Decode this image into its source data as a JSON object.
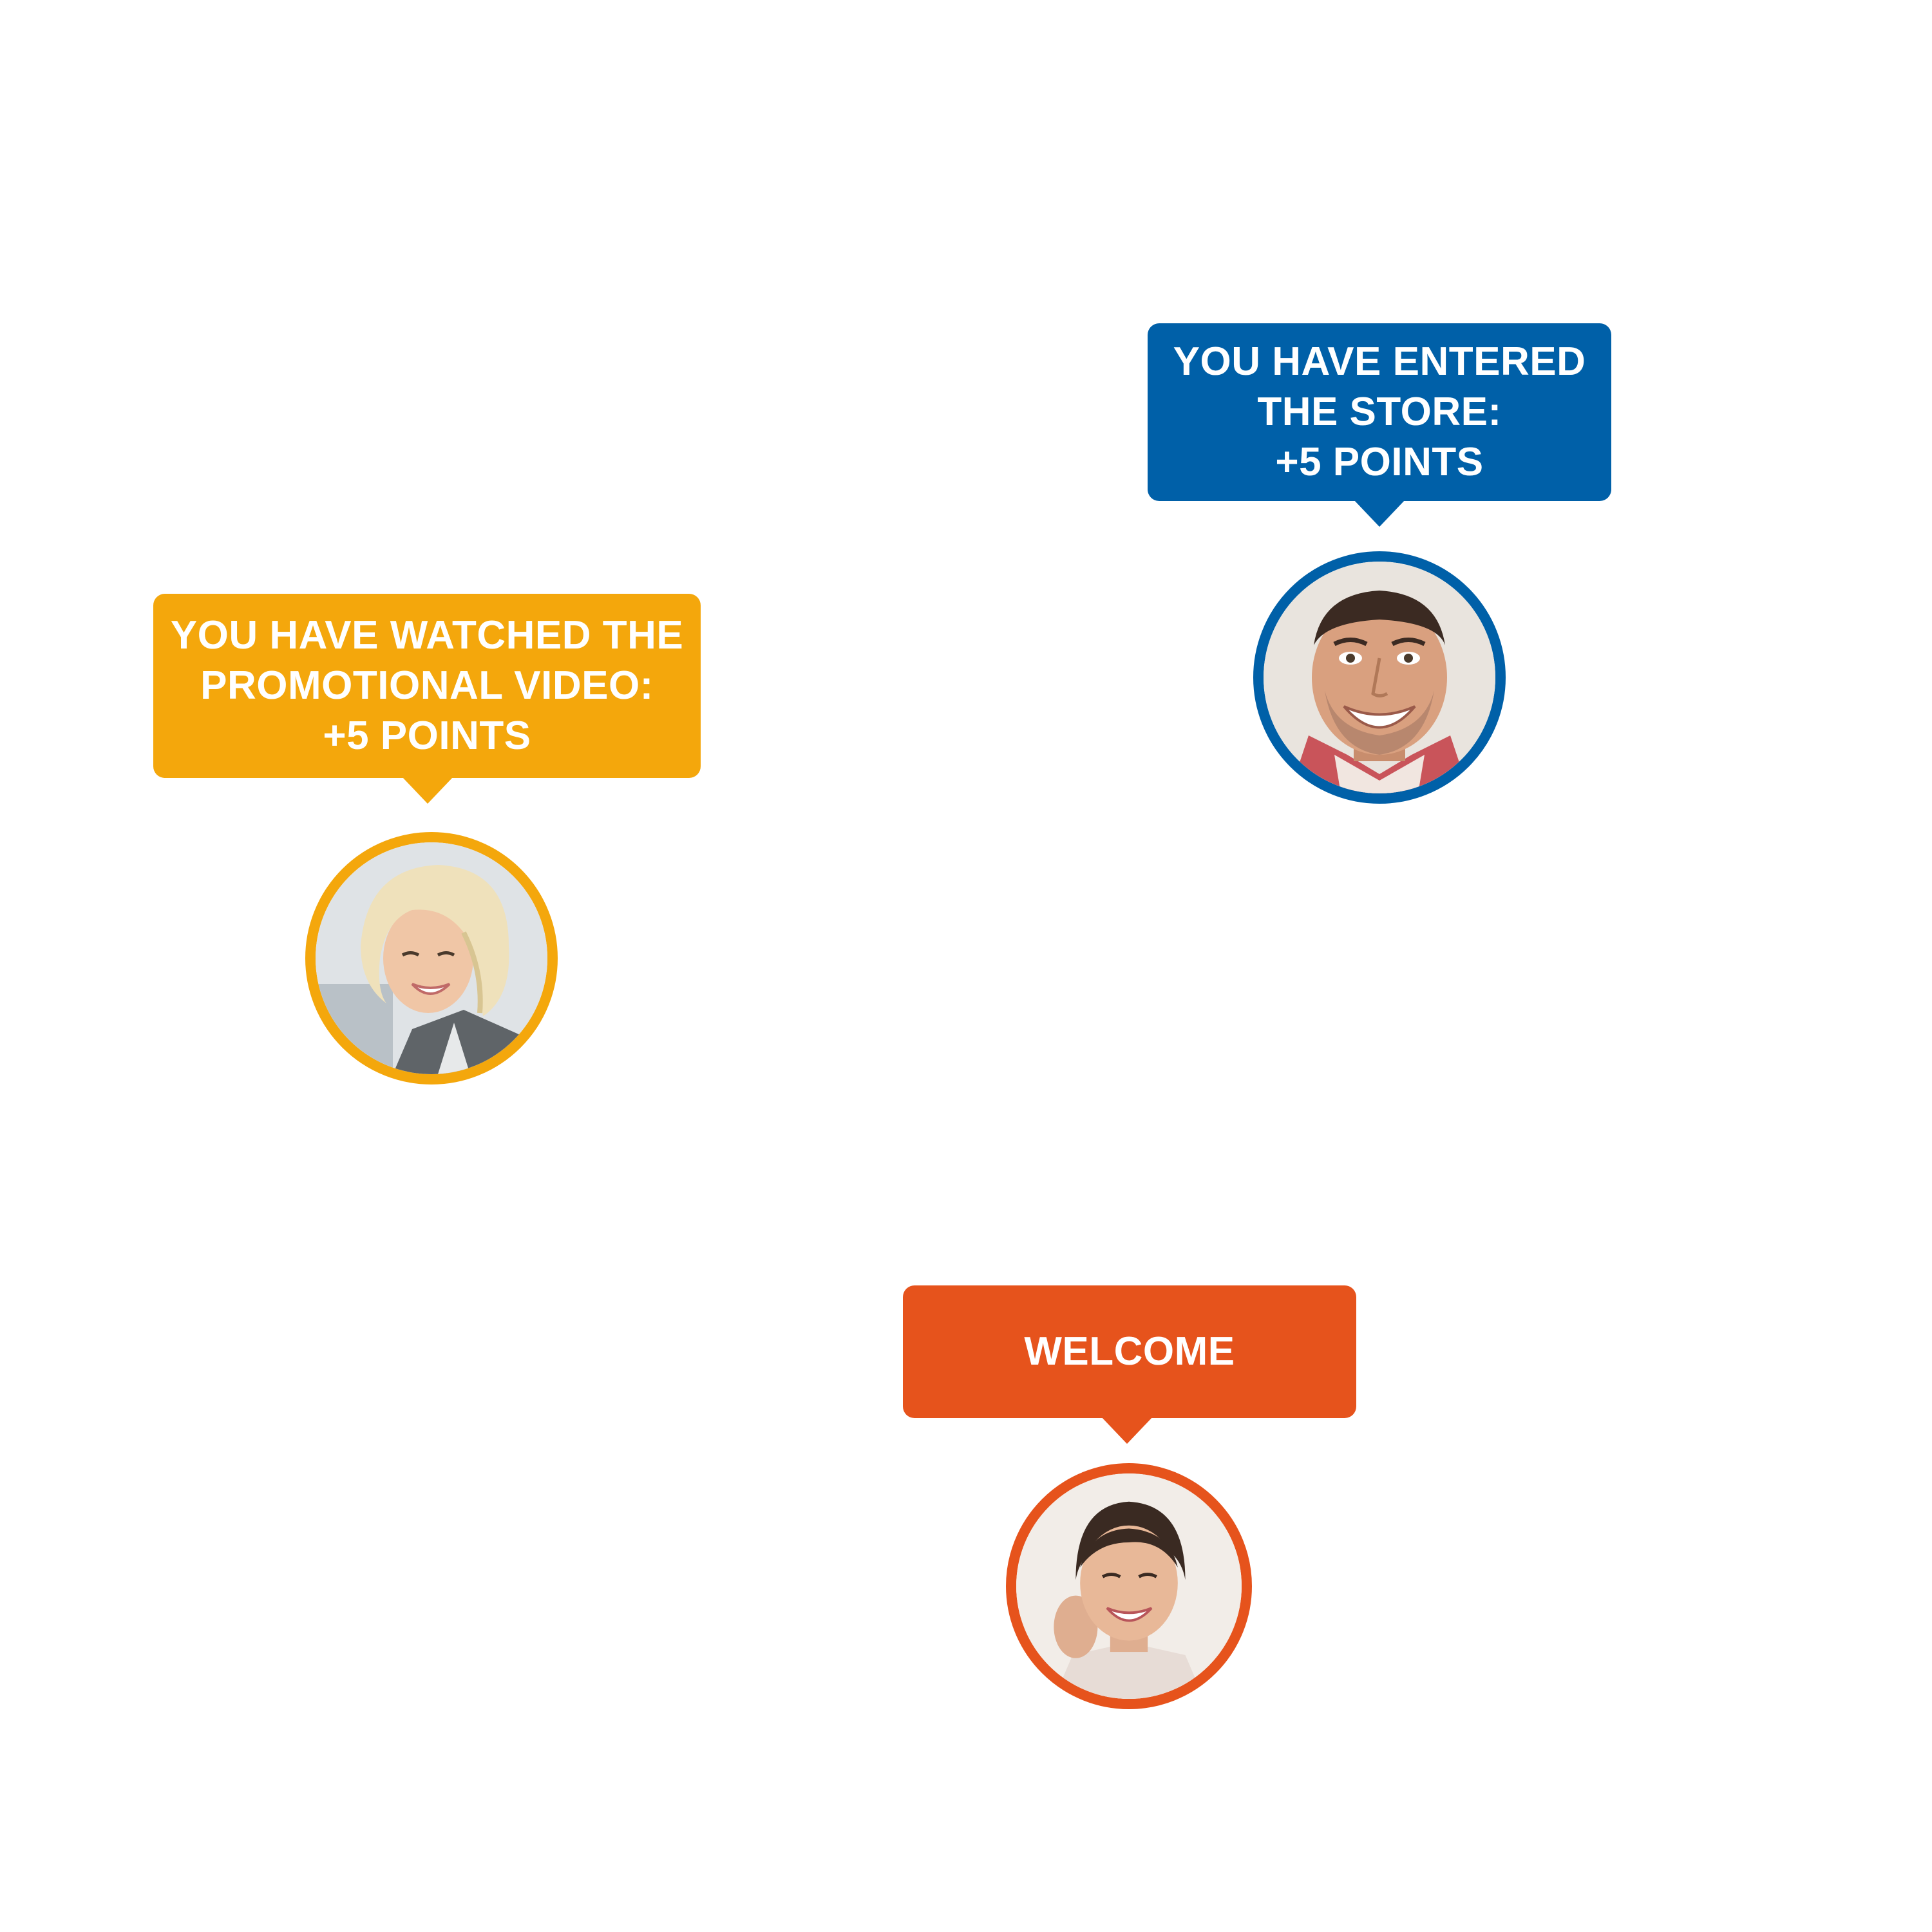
{
  "notifications": [
    {
      "id": "store",
      "color": "#0060a8",
      "lines": [
        "YOU HAVE ENTERED",
        "THE STORE:",
        "+5 POINTS"
      ],
      "avatar": "smiling-man-avatar"
    },
    {
      "id": "video",
      "color": "#f4a70c",
      "lines": [
        "YOU HAVE WATCHED THE",
        "PROMOTIONAL VIDEO:",
        "+5 POINTS"
      ],
      "avatar": "blonde-woman-avatar"
    },
    {
      "id": "welcome",
      "color": "#e6531c",
      "lines": [
        "WELCOME"
      ],
      "avatar": "brunette-woman-avatar"
    }
  ]
}
